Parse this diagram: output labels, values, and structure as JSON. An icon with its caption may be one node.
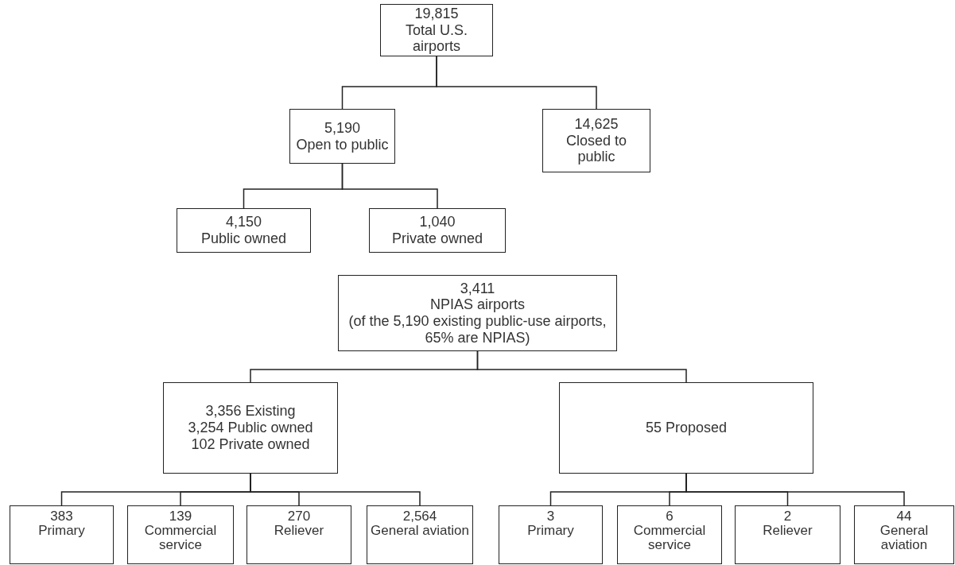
{
  "diagram": {
    "nodes": [
      {
        "text": [
          "19,815",
          "Total U.S. airports"
        ]
      },
      {
        "text": [
          "5,190",
          "Open to public"
        ]
      },
      {
        "text": [
          "14,625",
          "Closed to public"
        ]
      },
      {
        "text": [
          "4,150",
          "Public owned"
        ]
      },
      {
        "text": [
          "1,040",
          "Private owned"
        ]
      },
      {
        "text": [
          "3,411",
          "NPIAS airports",
          "(of the 5,190 existing public-use airports, 65% are NPIAS)"
        ]
      },
      {
        "text": [
          "3,356 Existing",
          "3,254 Public owned",
          "102 Private owned"
        ]
      },
      {
        "text": [
          "55 Proposed"
        ]
      },
      {
        "text": [
          "383",
          "Primary"
        ]
      },
      {
        "text": [
          "139",
          "Commercial service"
        ]
      },
      {
        "text": [
          "270",
          "Reliever"
        ]
      },
      {
        "text": [
          "2,564",
          "General aviation"
        ]
      },
      {
        "text": [
          "3",
          "Primary"
        ]
      },
      {
        "text": [
          "6",
          "Commercial service"
        ]
      },
      {
        "text": [
          "2",
          "Reliever"
        ]
      },
      {
        "text": [
          "44",
          "General aviation"
        ]
      }
    ],
    "edges": [
      {
        "from": 0,
        "to": 1,
        "arrow": "none"
      },
      {
        "from": 0,
        "to": 2,
        "arrow": "none"
      },
      {
        "from": 1,
        "to": 3,
        "arrow": "none"
      },
      {
        "from": 1,
        "to": 4,
        "arrow": "none"
      },
      {
        "from": 5,
        "to": 6,
        "arrow": "none"
      },
      {
        "from": 5,
        "to": 7,
        "arrow": "none"
      },
      {
        "from": 6,
        "to": 8,
        "arrow": "none"
      },
      {
        "from": 6,
        "to": 9,
        "arrow": "none"
      },
      {
        "from": 6,
        "to": 10,
        "arrow": "none"
      },
      {
        "from": 6,
        "to": 11,
        "arrow": "none"
      },
      {
        "from": 7,
        "to": 12,
        "arrow": "none"
      },
      {
        "from": 7,
        "to": 13,
        "arrow": "none"
      },
      {
        "from": 7,
        "to": 14,
        "arrow": "none"
      },
      {
        "from": 7,
        "to": 15,
        "arrow": "none"
      }
    ]
  }
}
